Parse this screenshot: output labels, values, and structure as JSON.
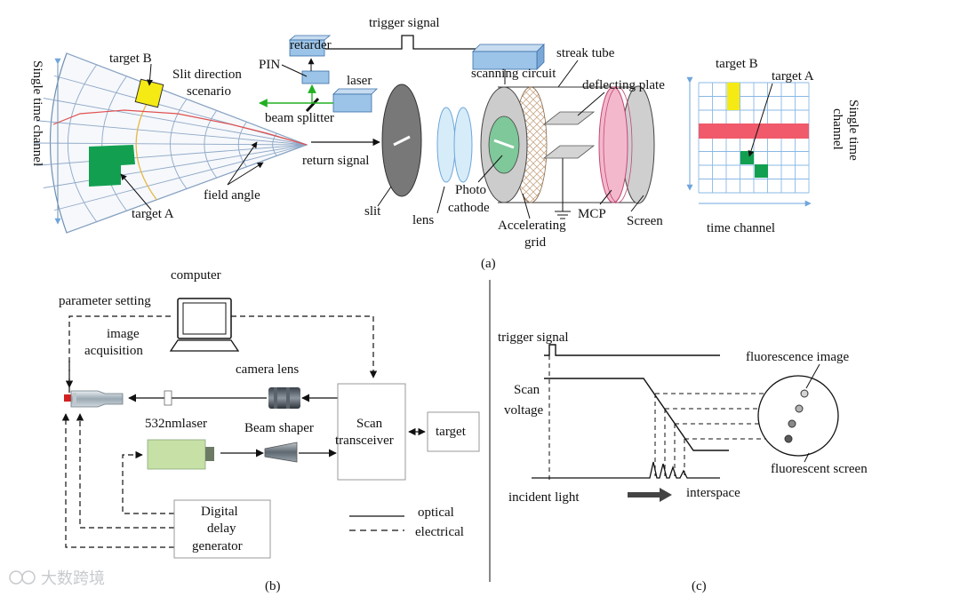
{
  "panel_labels": {
    "a": "(a)",
    "b": "(b)",
    "c": "(c)"
  },
  "panel_a": {
    "single_time_channel_left": "Single time channel",
    "target_b": "target B",
    "target_a": "target A",
    "slit_direction": "Slit direction",
    "scenario": "scenario",
    "field_angle": "field angle",
    "pin": "PIN",
    "retarder": "retarder",
    "trigger_signal": "trigger signal",
    "laser": "laser",
    "beam_splitter": "beam splitter",
    "return_signal": "return signal",
    "scanning_circuit": "scanning circuit",
    "streak_tube": "streak tube",
    "deflecting_plate": "deflecting plate",
    "slit": "slit",
    "lens": "lens",
    "photo": "Photo",
    "cathode": "cathode",
    "accelerating": "Accelerating",
    "grid": "grid",
    "mcp": "MCP",
    "screen": "Screen",
    "grid_target_b": "target B",
    "grid_target_a": "target A",
    "single_time_channel_right_1": "Single time",
    "single_time_channel_right_2": "channel",
    "time_channel": "time channel"
  },
  "panel_b": {
    "computer": "computer",
    "parameter_setting": "parameter setting",
    "image": "image",
    "acquisition": "acquisition",
    "camera_lens": "camera lens",
    "laser_532": "532nmlaser",
    "beam_shaper": "Beam shaper",
    "scan": "Scan",
    "transceiver": "transceiver",
    "target": "target",
    "digital": "Digital",
    "delay": "delay",
    "generator": "generator",
    "legend_optical": "optical",
    "legend_electrical": "electrical"
  },
  "panel_c": {
    "trigger_signal": "trigger signal",
    "scan": "Scan",
    "voltage": "voltage",
    "fluorescence_image": "fluorescence image",
    "fluorescent_screen": "fluorescent screen",
    "incident_light": "incident light",
    "interspace": "interspace"
  },
  "watermark": "大数跨境",
  "colors": {
    "target_b": "#f5ea14",
    "target_a": "#12a050",
    "red_band": "#f05a6a",
    "blue_box": "#9cc4e8",
    "grid": "#8ab8e6",
    "screen_pink": "#f4b8cc",
    "cathode_green": "#7ec89a",
    "laser_green": "#c6e0a6"
  }
}
